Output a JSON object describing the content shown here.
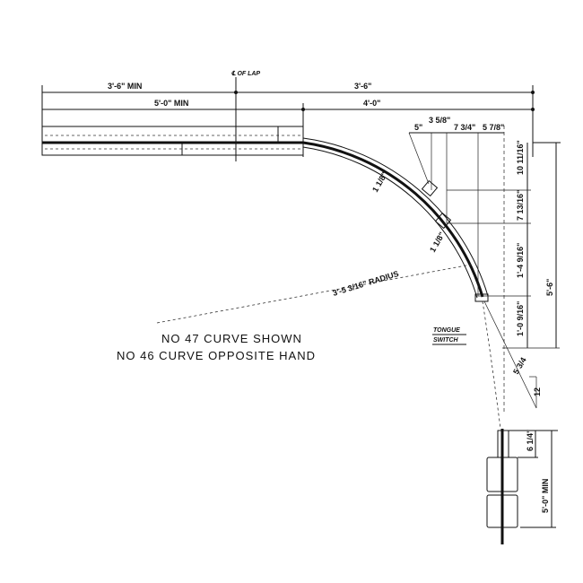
{
  "title_lines": [
    "NO 47 CURVE SHOWN",
    "NO 46 CURVE OPPOSITE HAND"
  ],
  "center_of_lap": "℄ OF LAP",
  "top_dims": {
    "left_min": "3'-6\" MIN",
    "right": "3'-6\"",
    "left_min_2": "5'-0\" MIN",
    "right_2": "4'-0\""
  },
  "offset_dims": [
    "5\"",
    "3 5/8\"",
    "7 3/4\"",
    "5 7/8\""
  ],
  "vertical_dims": [
    "10 11/16\"",
    "7 13/16\"",
    "1'-4 9/16\"",
    "1'-0 9/16\"",
    "5'-6\""
  ],
  "bottom_dims": [
    "6 1/4\"",
    "5'-0\" MIN"
  ],
  "gap_labels": [
    "1 1/8\"",
    "1 1/8\""
  ],
  "radius_label": "3'-5 3/16\" RADIUS",
  "tongue_switch": [
    "TONGUE",
    "SWITCH"
  ],
  "slope": {
    "rise": "5 3/4",
    "run": "12"
  }
}
